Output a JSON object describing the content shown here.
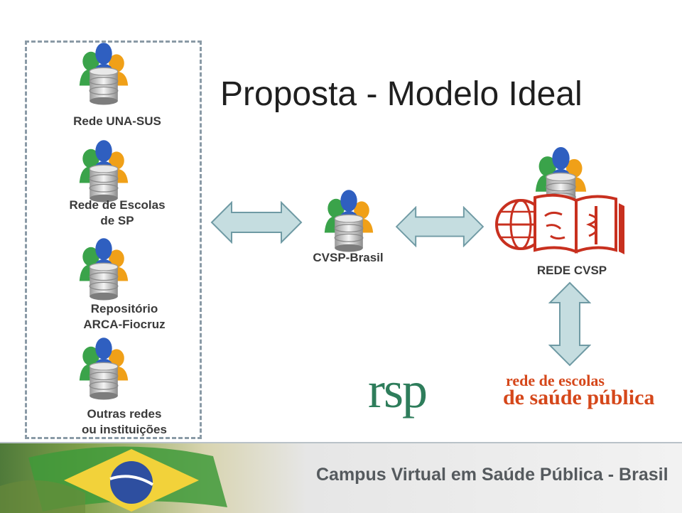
{
  "title": "Proposta - Modelo Ideal",
  "sources": [
    {
      "label_lines": [
        "Rede UNA-SUS"
      ]
    },
    {
      "label_lines": [
        "Rede de Escolas",
        "de SP"
      ]
    },
    {
      "label_lines": [
        "Repositório",
        "ARCA-Fiocruz"
      ]
    },
    {
      "label_lines": [
        "Outras redes",
        "ou instituições"
      ]
    }
  ],
  "hub_label": "CVSP-Brasil",
  "network_label": "REDE CVSP",
  "rsp_logo": {
    "mark": "rsp",
    "line1": "rede de escolas",
    "line2": "de saúde pública"
  },
  "footer_text": "Campus Virtual em Saúde Pública - Brasil",
  "icons": [
    "users-database-icon",
    "double-arrow-icon",
    "bvs-book-icon",
    "brazil-flag-icon"
  ],
  "colors": {
    "arrow_fill": "#c5dde0",
    "arrow_stroke": "#6f9aa4",
    "rsp_green": "#2e7d5b",
    "rsp_orange": "#d5471a"
  }
}
